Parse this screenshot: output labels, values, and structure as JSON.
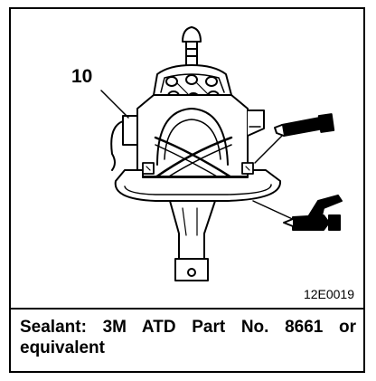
{
  "figure": {
    "callout_number": "10",
    "figure_code": "12E0019",
    "icons": [
      "sealant-tube-icon",
      "sealant-gun-icon"
    ]
  },
  "caption": {
    "text": "Sealant: 3M ATD Part No. 8661 or equivalent"
  }
}
